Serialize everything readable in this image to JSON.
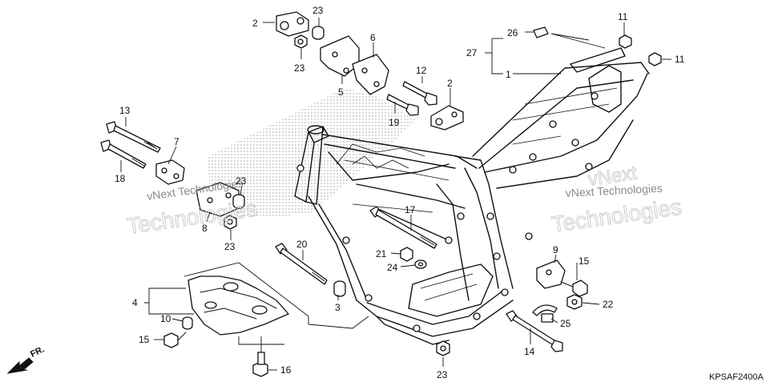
{
  "callouts": [
    {
      "id": "c-2a",
      "text": "2"
    },
    {
      "id": "c-23a",
      "text": "23"
    },
    {
      "id": "c-23b",
      "text": "23"
    },
    {
      "id": "c-6",
      "text": "6"
    },
    {
      "id": "c-5",
      "text": "5"
    },
    {
      "id": "c-12",
      "text": "12"
    },
    {
      "id": "c-2b",
      "text": "2"
    },
    {
      "id": "c-19",
      "text": "19"
    },
    {
      "id": "c-26",
      "text": "26"
    },
    {
      "id": "c-27",
      "text": "27"
    },
    {
      "id": "c-1",
      "text": "1"
    },
    {
      "id": "c-11a",
      "text": "11"
    },
    {
      "id": "c-11b",
      "text": "11"
    },
    {
      "id": "c-13",
      "text": "13"
    },
    {
      "id": "c-18",
      "text": "18"
    },
    {
      "id": "c-7",
      "text": "7"
    },
    {
      "id": "c-23c",
      "text": "23"
    },
    {
      "id": "c-8",
      "text": "8"
    },
    {
      "id": "c-23d",
      "text": "23"
    },
    {
      "id": "c-17",
      "text": "17"
    },
    {
      "id": "c-20",
      "text": "20"
    },
    {
      "id": "c-21",
      "text": "21"
    },
    {
      "id": "c-24",
      "text": "24"
    },
    {
      "id": "c-3",
      "text": "3"
    },
    {
      "id": "c-9",
      "text": "9"
    },
    {
      "id": "c-15a",
      "text": "15"
    },
    {
      "id": "c-22",
      "text": "22"
    },
    {
      "id": "c-25",
      "text": "25"
    },
    {
      "id": "c-14",
      "text": "14"
    },
    {
      "id": "c-4",
      "text": "4"
    },
    {
      "id": "c-10",
      "text": "10"
    },
    {
      "id": "c-15b",
      "text": "15"
    },
    {
      "id": "c-16",
      "text": "16"
    },
    {
      "id": "c-23e",
      "text": "23"
    }
  ],
  "diagram_code": "KPSAF2400A",
  "direction_label": "FR.",
  "watermarks": [
    {
      "id": "wm-left-top",
      "text": "vNext Technologies"
    },
    {
      "id": "wm-left-big",
      "text": "Technologies"
    },
    {
      "id": "wm-right-top",
      "text": "vNext"
    },
    {
      "id": "wm-right-mid",
      "text": "vNext Technologies"
    },
    {
      "id": "wm-right-big",
      "text": "Technologies"
    }
  ],
  "colors": {
    "ink": "#111111",
    "background": "#ffffff",
    "watermark": "#c8c8c8"
  }
}
